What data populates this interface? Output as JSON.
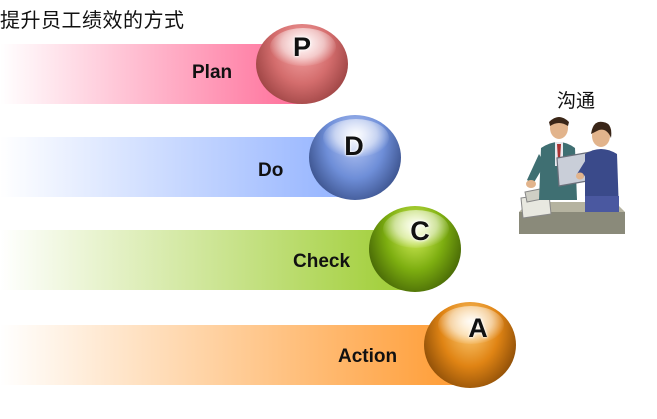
{
  "title": "提升员工绩效的方式",
  "cycle": [
    {
      "letter": "P",
      "label": "Plan"
    },
    {
      "letter": "D",
      "label": "Do"
    },
    {
      "letter": "C",
      "label": "Check"
    },
    {
      "letter": "A",
      "label": "Action"
    }
  ],
  "communication": {
    "label": "沟通",
    "illustration": "two-people-discussing-icon"
  },
  "colors": {
    "plan": "#ff6f9a",
    "do": "#8fb0ff",
    "check": "#9ccc2e",
    "action": "#ff9a30"
  }
}
